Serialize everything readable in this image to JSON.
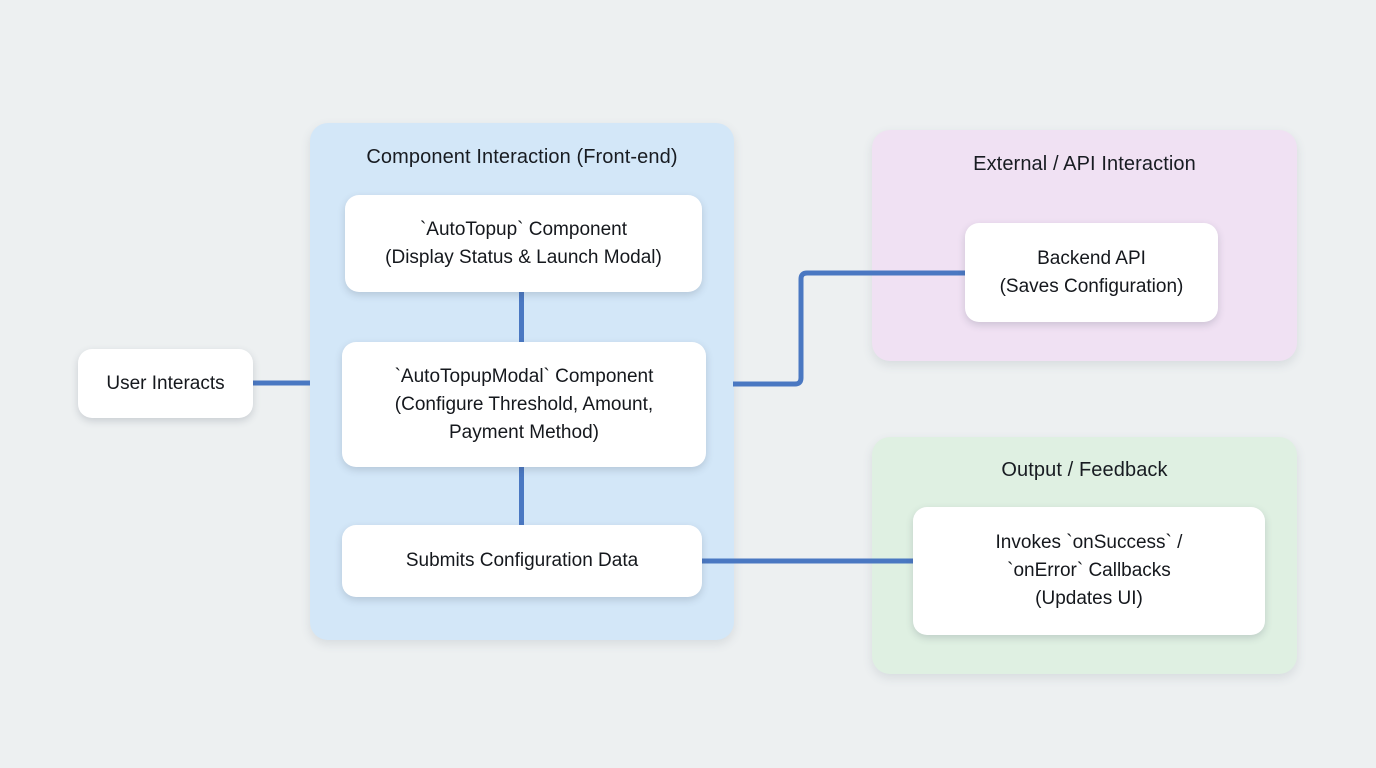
{
  "diagram": {
    "background_color": "#edf0f1",
    "connector_color": "#4a78c2",
    "node_fill": "#ffffff",
    "text_color": "#15181d",
    "groups": {
      "frontend": {
        "title": "Component Interaction (Front-end)",
        "fill": "#d3e7f8"
      },
      "external": {
        "title": "External / API Interaction",
        "fill": "#f0e1f3"
      },
      "output": {
        "title": "Output / Feedback",
        "fill": "#dff0e2"
      }
    },
    "nodes": {
      "user": {
        "label": "User Interacts"
      },
      "autotopup": {
        "label": "`AutoTopup` Component\n(Display Status & Launch Modal)"
      },
      "modal": {
        "label": "`AutoTopupModal` Component\n(Configure Threshold, Amount,\nPayment Method)"
      },
      "submits": {
        "label": "Submits Configuration Data"
      },
      "backend": {
        "label": "Backend API\n(Saves Configuration)"
      },
      "callbacks": {
        "label": "Invokes `onSuccess` /\n`onError` Callbacks\n(Updates UI)"
      }
    },
    "edges": [
      {
        "from": "user",
        "to": "modal"
      },
      {
        "from": "autotopup",
        "to": "modal"
      },
      {
        "from": "modal",
        "to": "submits"
      },
      {
        "from": "modal",
        "to": "backend"
      },
      {
        "from": "submits",
        "to": "callbacks"
      }
    ]
  }
}
